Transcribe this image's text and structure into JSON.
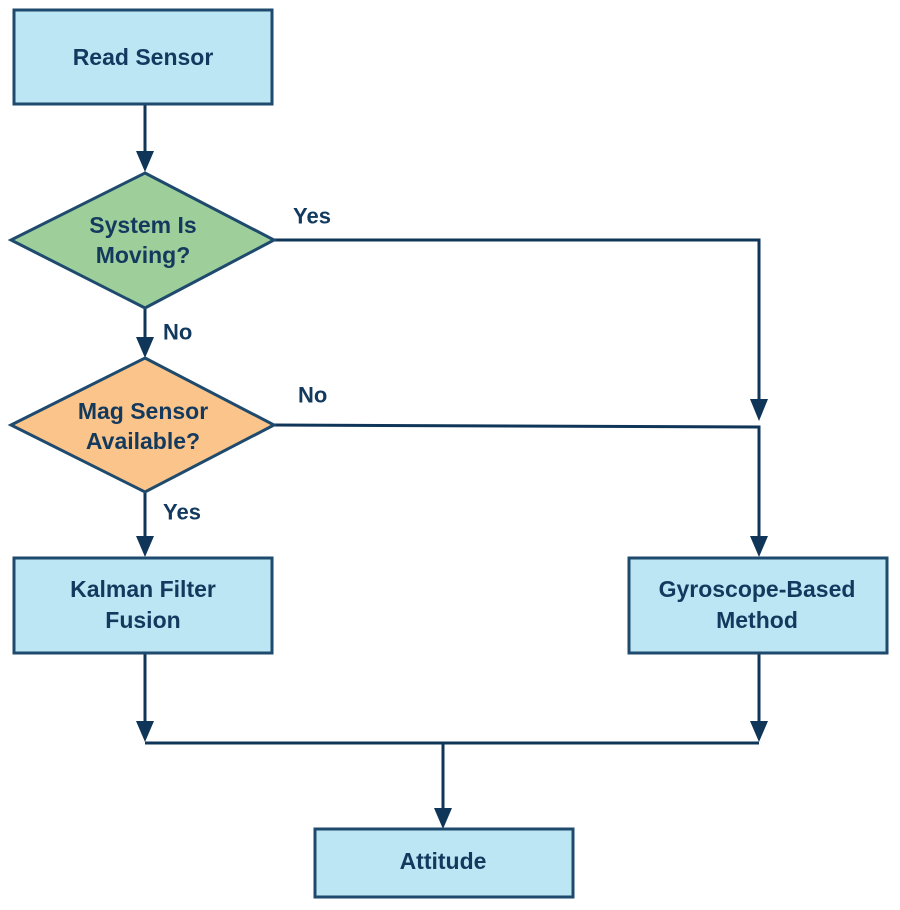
{
  "nodes": {
    "read_sensor": "Read Sensor",
    "system_moving": [
      "System Is",
      "Moving?"
    ],
    "mag_sensor": [
      "Mag Sensor",
      "Available?"
    ],
    "kalman": [
      "Kalman Filter",
      "Fusion"
    ],
    "gyro": [
      "Gyroscope-Based",
      "Method"
    ],
    "attitude": "Attitude"
  },
  "edges": {
    "moving_yes": "Yes",
    "moving_no": "No",
    "mag_no": "No",
    "mag_yes": "Yes"
  },
  "colors": {
    "process_fill": "#bce6f3",
    "decision_moving_fill": "#9ecf9b",
    "decision_mag_fill": "#fbc48a",
    "stroke": "#1e4a6e",
    "text": "#133a5e"
  }
}
